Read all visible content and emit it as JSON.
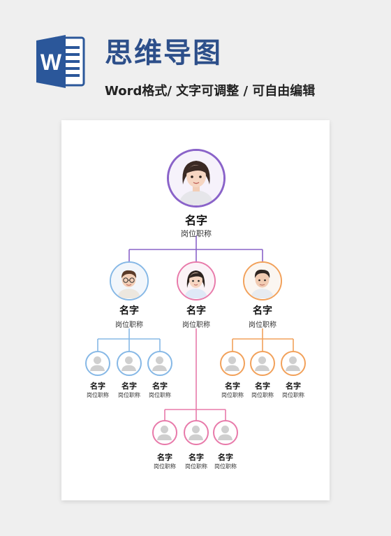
{
  "header": {
    "logo_letter": "W",
    "title": "思维导图",
    "subtitle": "Word格式/ 文字可调整 / 可自由编辑"
  },
  "colors": {
    "title": "#2d4f8a",
    "logo": "#2b579a",
    "root": "#8a63c9",
    "blue": "#86b8e6",
    "pink": "#e87aaa",
    "orange": "#f2a15a"
  },
  "chart": {
    "root": {
      "name": "名字",
      "role": "岗位职称",
      "avatar": "woman-avatar"
    },
    "level1": [
      {
        "name": "名字",
        "role": "岗位职称",
        "avatar": "glasses-man-avatar",
        "color": "blue"
      },
      {
        "name": "名字",
        "role": "岗位职称",
        "avatar": "girl-avatar",
        "color": "pink"
      },
      {
        "name": "名字",
        "role": "岗位职称",
        "avatar": "man-avatar",
        "color": "orange"
      }
    ],
    "blue_team": [
      {
        "name": "名字",
        "role": "岗位职称"
      },
      {
        "name": "名字",
        "role": "岗位职称"
      },
      {
        "name": "名字",
        "role": "岗位职称"
      }
    ],
    "orange_team": [
      {
        "name": "名字",
        "role": "岗位职称"
      },
      {
        "name": "名字",
        "role": "岗位职称"
      },
      {
        "name": "名字",
        "role": "岗位职称"
      }
    ],
    "pink_team": [
      {
        "name": "名字",
        "role": "岗位职称"
      },
      {
        "name": "名字",
        "role": "岗位职称"
      },
      {
        "name": "名字",
        "role": "岗位职称"
      }
    ]
  }
}
